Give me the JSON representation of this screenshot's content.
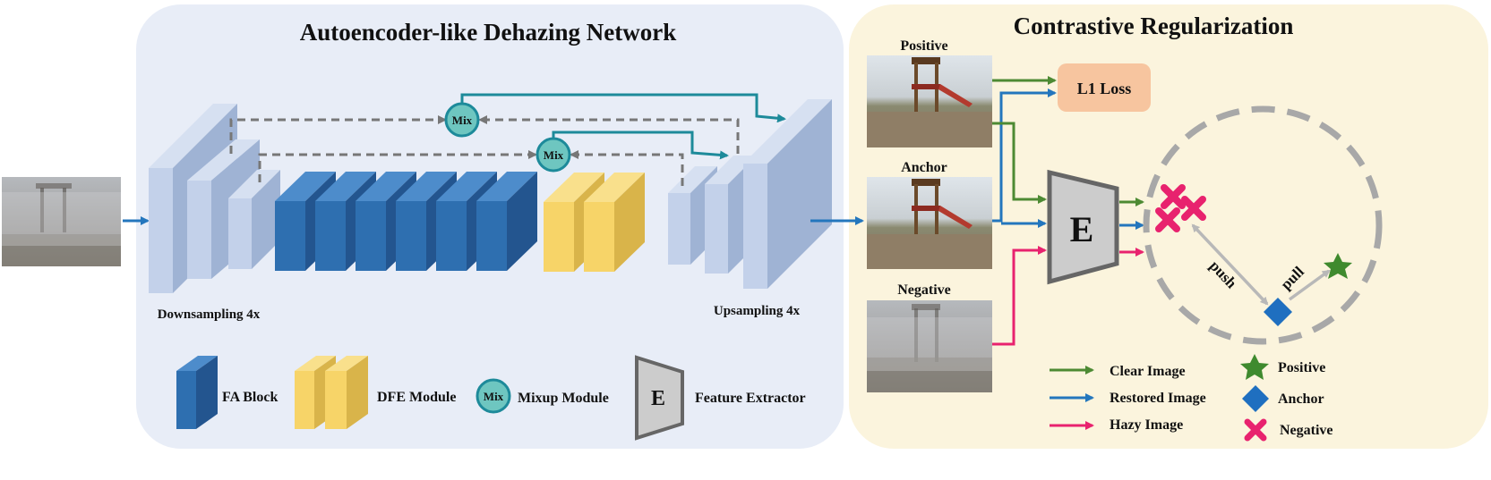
{
  "left_panel": {
    "title": "Autoencoder-like Dehazing Network",
    "downsampling_label": "Downsampling 4x",
    "upsampling_label": "Upsampling 4x",
    "mix_label_top": "Mix",
    "mix_label_mid": "Mix"
  },
  "right_panel": {
    "title": "Contrastive Regularization",
    "positive_label": "Positive",
    "anchor_label": "Anchor",
    "negative_label": "Negative",
    "l1_loss_label": "L1 Loss",
    "extractor_letter": "E",
    "push_label": "push",
    "pull_label": "pull"
  },
  "legend_left": {
    "fa_block": "FA Block",
    "dfe_module": "DFE Module",
    "mix_icon_text": "Mix",
    "mixup_module": "Mixup Module",
    "extractor_letter": "E",
    "feature_extractor": "Feature Extractor"
  },
  "legend_right": {
    "clear_image": "Clear Image",
    "restored_image": "Restored Image",
    "hazy_image": "Hazy Image",
    "positive": "Positive",
    "anchor": "Anchor",
    "negative": "Negative"
  },
  "colors": {
    "left_panel_bg": "#e8edf7",
    "right_panel_bg": "#fbf4dd",
    "light_block": "#bfcde8",
    "fa_block": "#2e6fb0",
    "dfe_block": "#f7d468",
    "mix_circle": "#6ec6c0",
    "teal_arrow": "#1d8a9a",
    "dashed_arrow": "#777777",
    "clear_arrow": "#4d8a33",
    "restored_arrow": "#2376bd",
    "hazy_arrow": "#e8226e",
    "l1_loss_bg": "#f7c59f",
    "extractor_fill": "#cccccc",
    "positive_star": "#3f8a2e",
    "anchor_diamond": "#1f6fc0",
    "negative_cross": "#e8226e"
  }
}
